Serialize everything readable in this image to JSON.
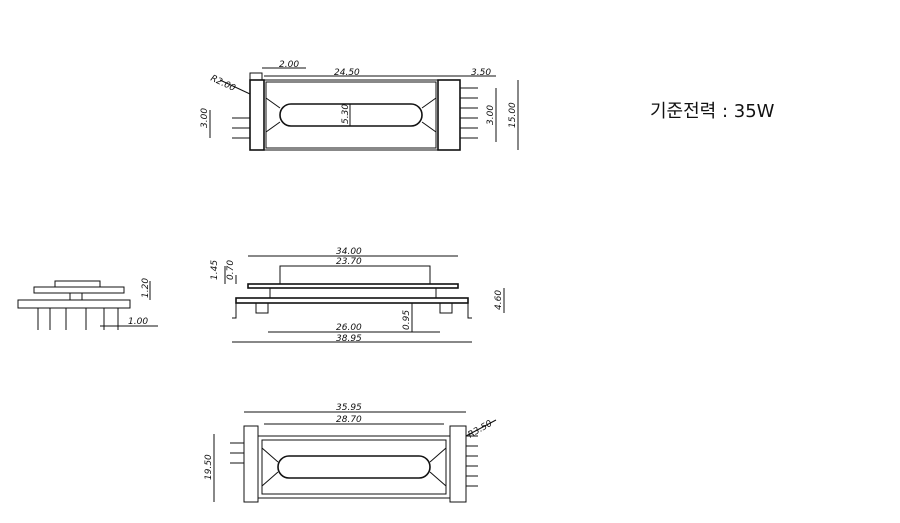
{
  "spec_text": "기준전력 : 35W",
  "dims": {
    "top_view": {
      "r_left": "R2.00",
      "w_left": "2.00",
      "w_main": "24.50",
      "w_right": "3.50",
      "h_left": "3.00",
      "h_window": "5.30",
      "h_pin": "3.00",
      "h_total": "15.00"
    },
    "side_view": {
      "h_pin": "1.20",
      "pin_gap": "1.00"
    },
    "front_view": {
      "h_flange": "1.45",
      "h_step": "0.70",
      "w_outer": "34.00",
      "w_inner": "23.70",
      "h_right": "4.60",
      "w_base": "26.00",
      "gap": "0.95",
      "w_total": "38.95"
    },
    "bottom_view": {
      "w_outer": "35.95",
      "w_inner": "28.70",
      "r_right": "R3.50",
      "h_total": "19.50"
    }
  }
}
